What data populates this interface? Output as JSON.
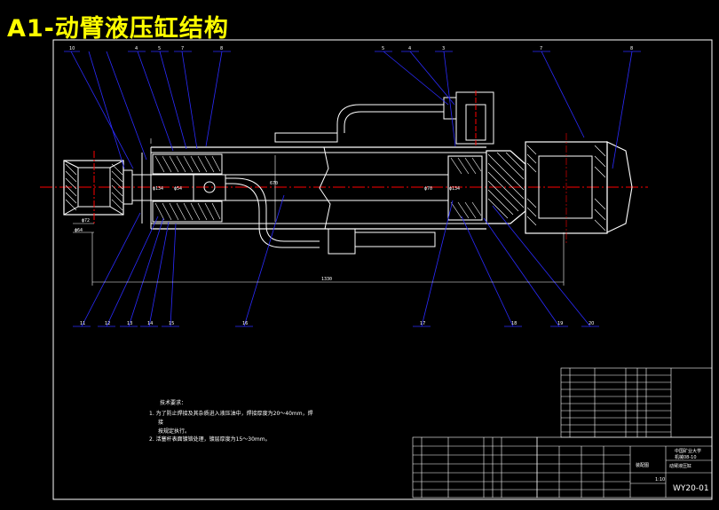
{
  "title": "A1-动臂液压缸结构",
  "colors": {
    "background": "#000000",
    "title": "#ffff00",
    "frame": "#ffffff",
    "leader": "#2b2bff",
    "centerline": "#ff0000",
    "hatch": "#ffffff"
  },
  "top_callouts": [
    "10",
    "4",
    "5",
    "7",
    "8",
    "5",
    "4",
    "3",
    "7",
    "8"
  ],
  "bottom_callouts": [
    "11",
    "12",
    "13",
    "14",
    "15",
    "16",
    "17",
    "18",
    "19",
    "20"
  ],
  "dimensions": {
    "bore_left": "ϕ134",
    "rod_left": "ϕ54",
    "len_mid": "670",
    "bore_right": "ϕ70",
    "rod_right": "ϕ134",
    "overall": "1330",
    "left_a": "ϕ72",
    "left_b": "ϕ64"
  },
  "tech_requirements": {
    "heading": "技术要求：",
    "line1": "1. 为了防止焊接及其杂质进入液压油中，焊接厚度为20～40mm，焊",
    "line1b": "接",
    "line2": "按规定执行。",
    "line3": "2. 活塞杆表面镀铬处理，镀层厚度为15～30mm。"
  },
  "title_block": {
    "school": "中国矿业大学",
    "class": "机械08-10",
    "drawing_name": "动臂液压缸",
    "drawing_no": "WY20-01",
    "assembly": "装配图",
    "ratio": "1:10"
  }
}
